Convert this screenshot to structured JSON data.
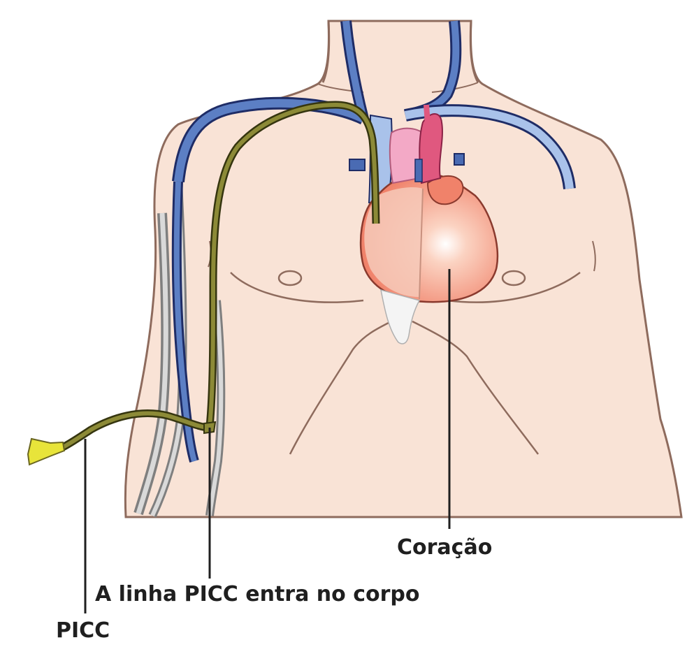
{
  "labels": {
    "heart": "Coração",
    "entry": "A linha PICC entra no corpo",
    "picc": "PICC"
  },
  "colors": {
    "skin": "#f9e3d6",
    "skin_outline": "#8e6b5d",
    "vein": "#5c7fc4",
    "vein_outline": "#1e2c66",
    "vein_light": "#a9c2ea",
    "catheter": "#8c8a37",
    "catheter_dark": "#35350f",
    "connector": "#e8e43a",
    "heart": "#f0826a",
    "heart_pink": "#f3a9c6",
    "aorta": "#e0587f",
    "leader_line": "#1f1f1f"
  }
}
